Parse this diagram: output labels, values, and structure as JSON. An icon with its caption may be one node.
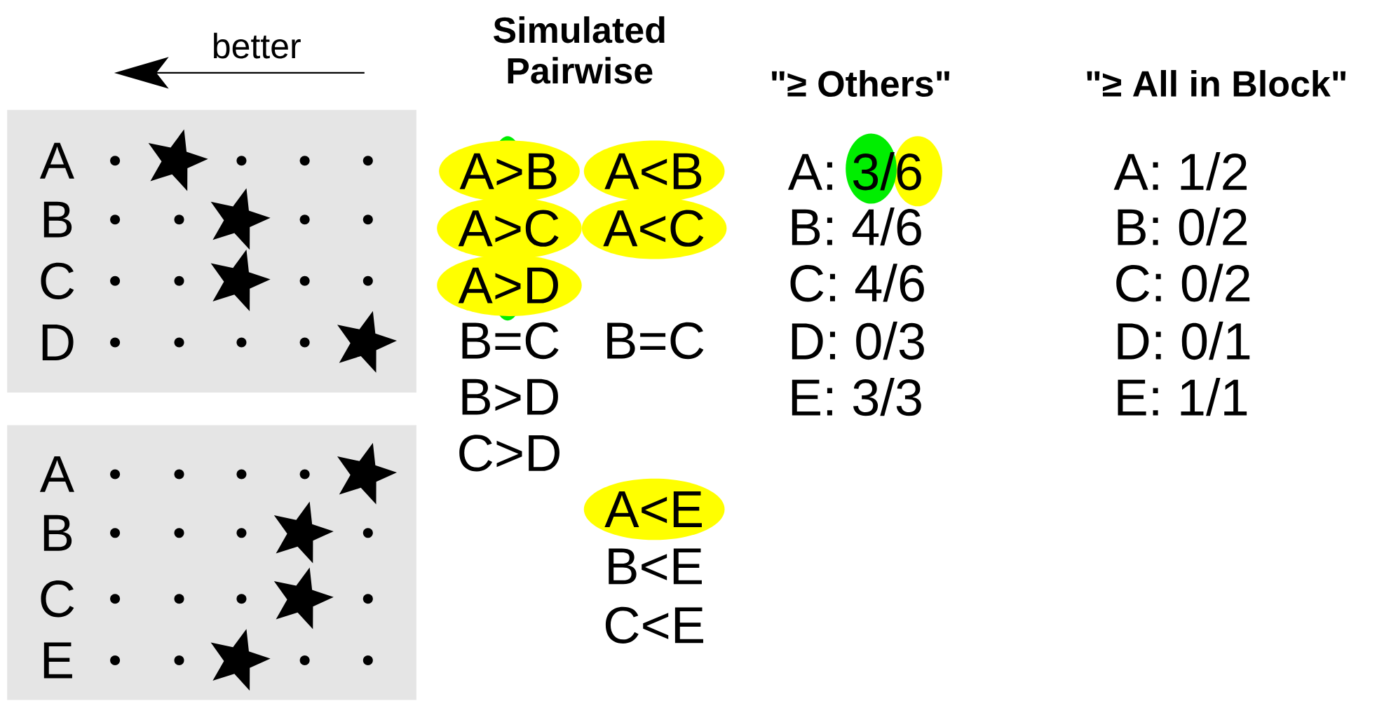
{
  "diagram": {
    "nodes": [
      {
        "text": [
          "A",
          "B",
          "C",
          "D"
        ]
      },
      {
        "text": [
          "A",
          "B",
          "C",
          "E"
        ]
      },
      {
        "text": [
          "A>B"
        ]
      },
      {
        "text": [
          "A>C"
        ]
      },
      {
        "text": [
          "A>D"
        ]
      },
      {
        "text": [
          "A<B"
        ]
      },
      {
        "text": [
          "A<C"
        ]
      },
      {
        "text": [
          "A<E"
        ]
      }
    ],
    "labels": [
      "better",
      "Simulated Pairwise",
      "\"≥ Others\"",
      "\"≥ All in Block\"",
      "B=C",
      "B=C",
      "B>D",
      "C>D",
      "B<E",
      "C<E",
      "A: 3/6",
      "B: 4/6",
      "C: 4/6",
      "D: 0/3",
      "E: 3/3",
      "A: 1/2",
      "B: 0/2",
      "C: 0/2",
      "D: 0/1",
      "E: 1/1"
    ]
  }
}
